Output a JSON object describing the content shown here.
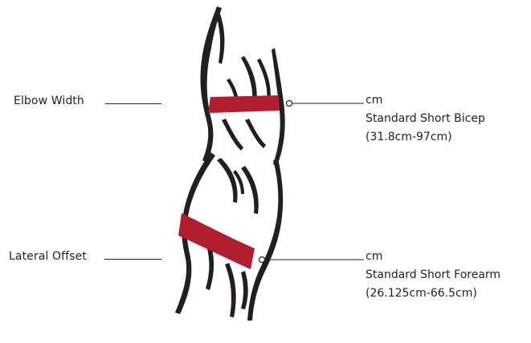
{
  "left_labels": {
    "elbow_width": "Elbow Width",
    "lateral_offset": "Lateral Offset"
  },
  "right_labels": {
    "bicep": {
      "unit": "cm",
      "name": "Standard Short Bicep",
      "range": "(31.8cm-97cm)"
    },
    "forearm": {
      "unit": "cm",
      "name": "Standard Short Forearm",
      "range": "(26.125cm-66.5cm)"
    }
  },
  "colors": {
    "band": "#b01e2f",
    "ink": "#231f20"
  }
}
